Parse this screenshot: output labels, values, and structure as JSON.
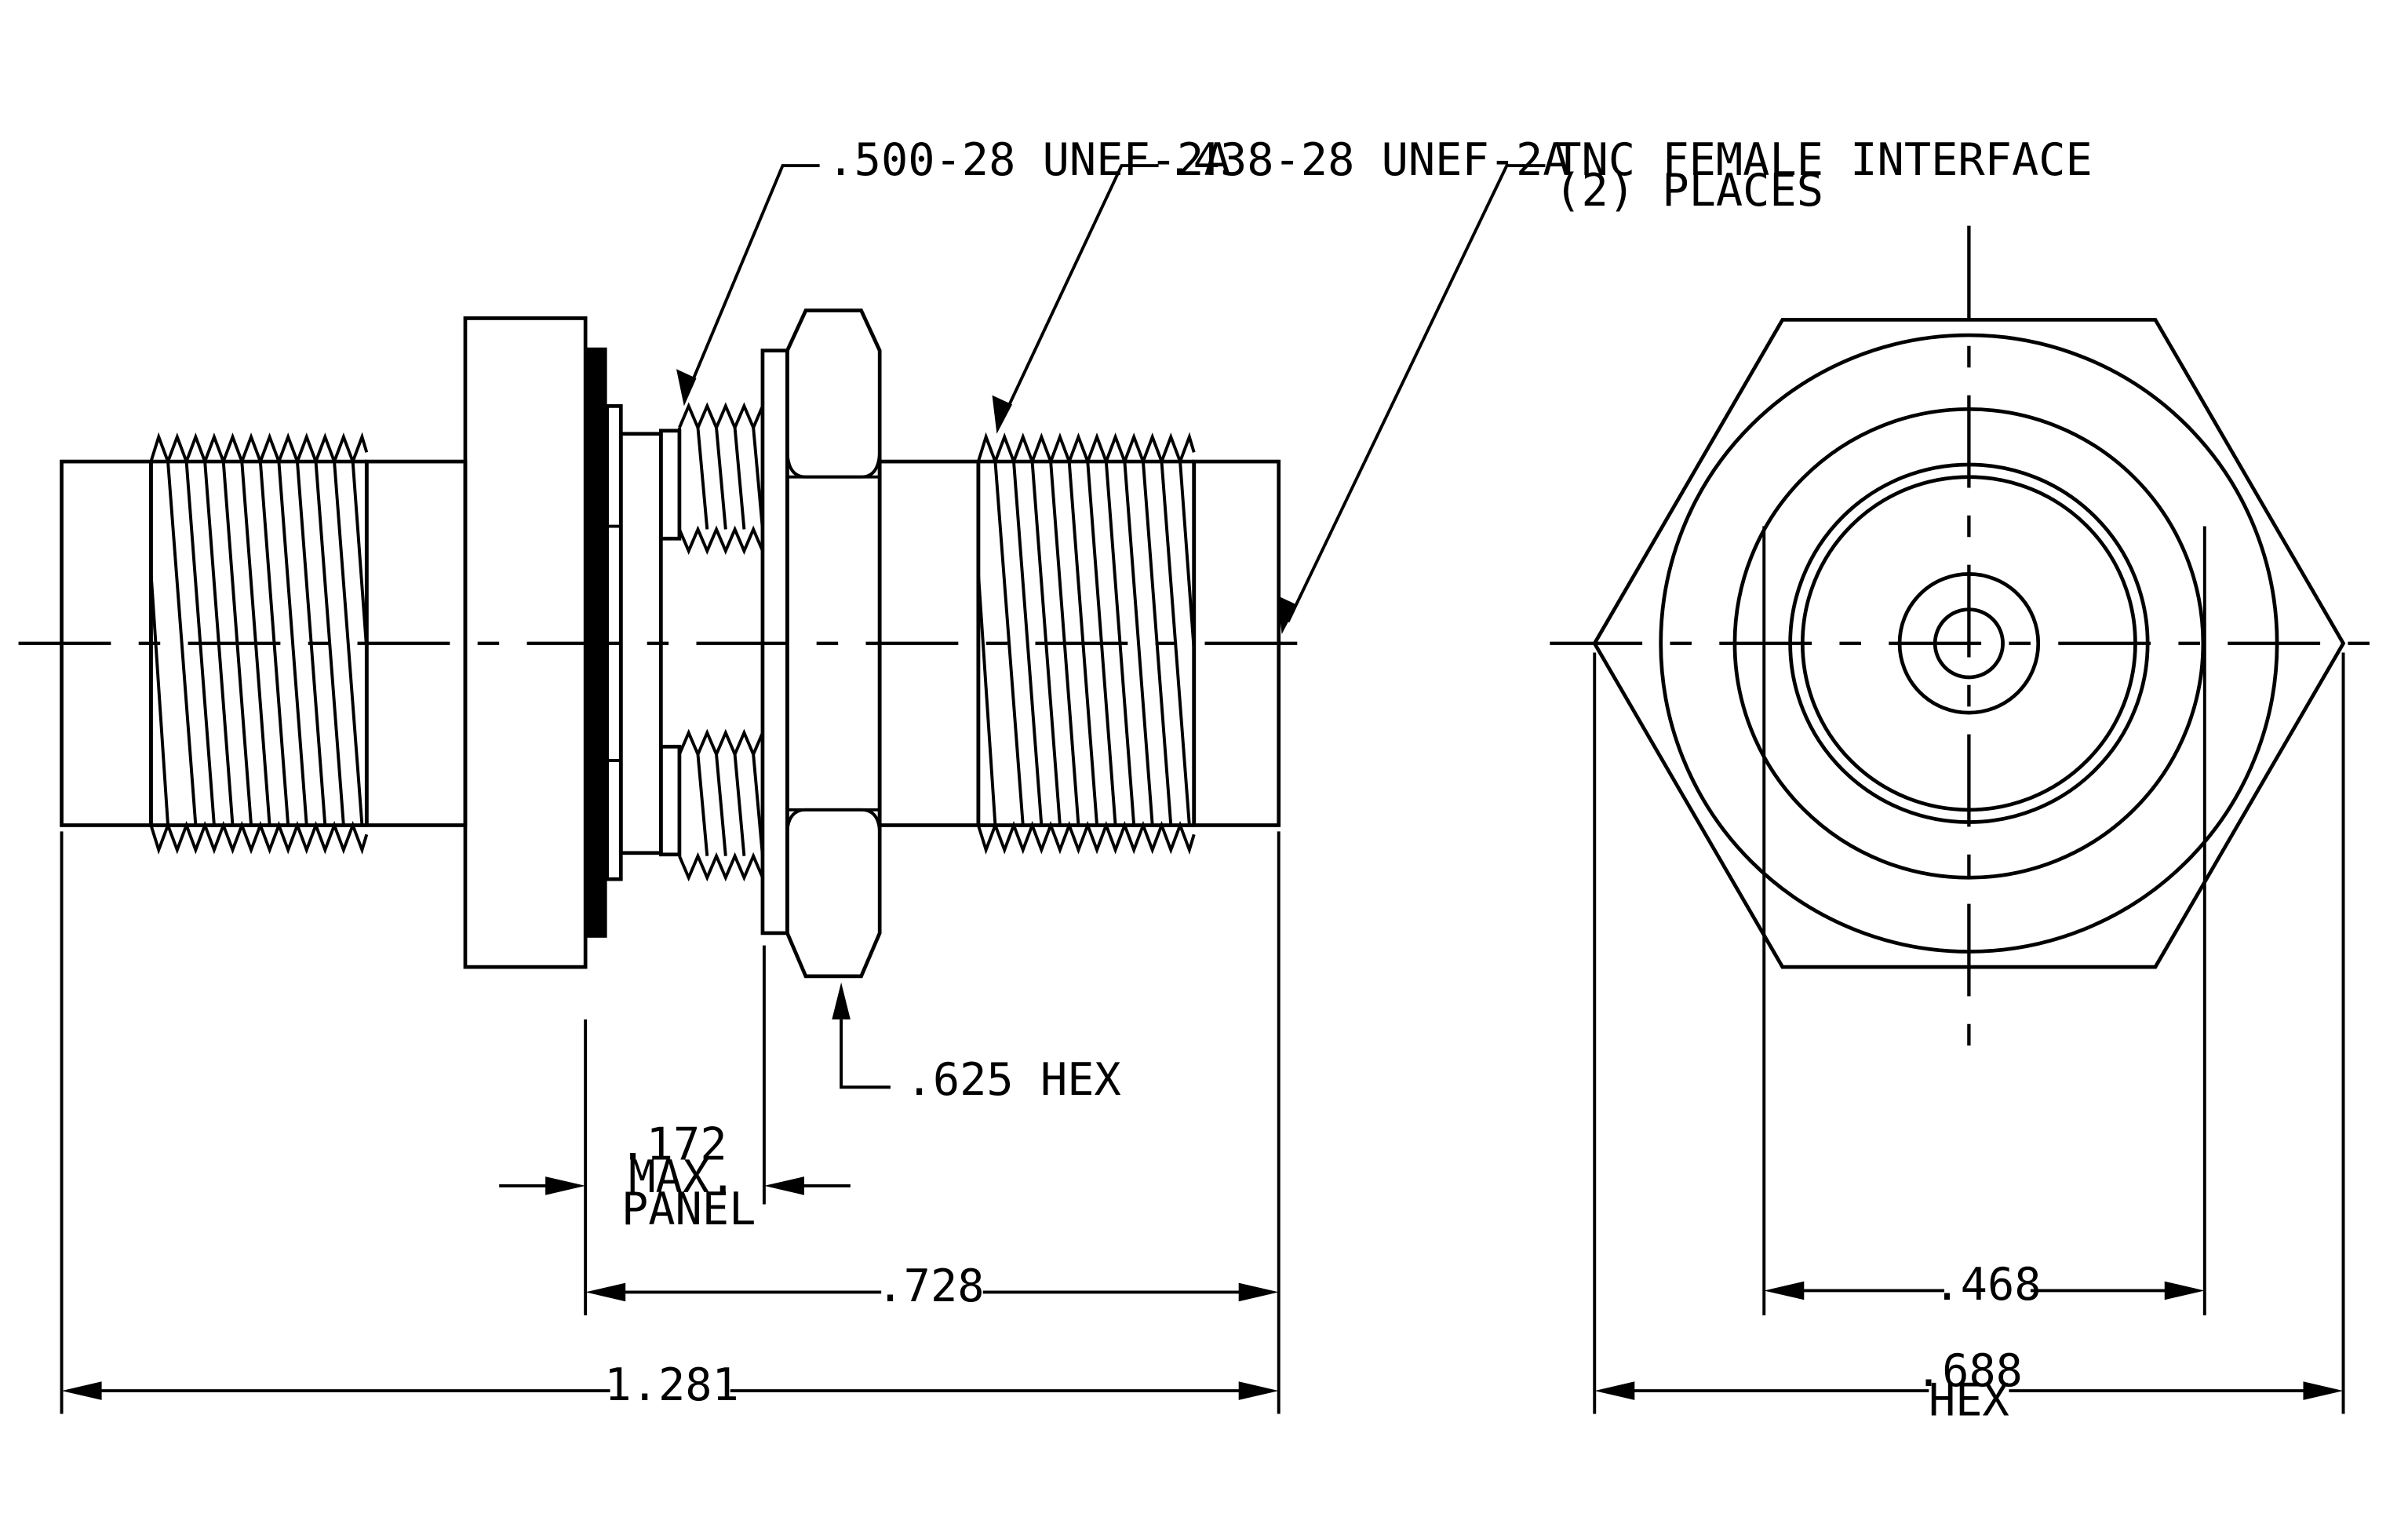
{
  "callouts": {
    "thread_500": ".500-28  UNEF-2A",
    "thread_438": ".438-28  UNEF-2A",
    "interface_line1": "TNC  FEMALE  INTERFACE",
    "interface_line2": "(2)  PLACES",
    "hex_625": ".625  HEX"
  },
  "dimensions": {
    "panel_value": ".172",
    "panel_line2": "MAX.",
    "panel_line3": "PANEL",
    "d728": ".728",
    "d1281": "1.281",
    "d468": ".468",
    "d688": ".688",
    "d688_sub": "HEX"
  },
  "colors": {
    "ink": "#000000",
    "paper": "#ffffff"
  }
}
